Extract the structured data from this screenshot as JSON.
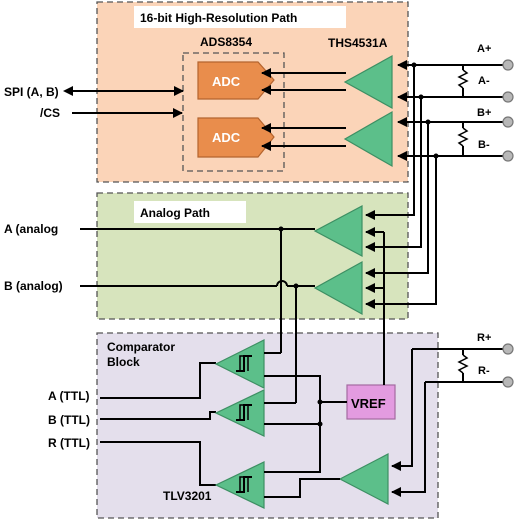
{
  "blocks": {
    "high_res_title": "16-bit High-Resolution Path",
    "adc_part": "ADS8354",
    "amp_part": "THS4531A",
    "analog_title": "Analog Path",
    "comparator_title_line1": "Comparator",
    "comparator_title_line2": "Block",
    "comparator_part": "TLV3201",
    "adc_label": "ADC",
    "vref_label": "VREF"
  },
  "left_signals": {
    "spi": "SPI (A, B)",
    "cs": "/CS",
    "a_analog": "A (analog",
    "b_analog": "B (analog)",
    "a_ttl": "A (TTL)",
    "b_ttl": "B (TTL)",
    "r_ttl": "R (TTL)"
  },
  "right_signals": {
    "a_plus": "A+",
    "a_minus": "A-",
    "b_plus": "B+",
    "b_minus": "B-",
    "r_plus": "R+",
    "r_minus": "R-"
  },
  "colors": {
    "high_res_fill": "#fbd4b8",
    "analog_fill": "#d7e4bd",
    "comparator_fill": "#e4dfec",
    "amplifier": "#5cbf8a",
    "adc": "#e98d4c",
    "vref": "#e39be0"
  }
}
